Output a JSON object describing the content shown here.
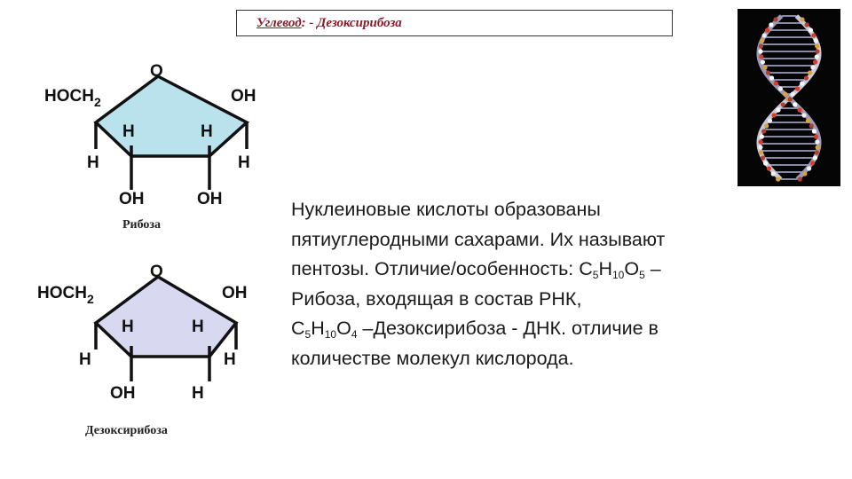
{
  "header": {
    "label": "Углевод",
    "rest": ": - Дезоксирибоза"
  },
  "ribose": {
    "caption": "Рибоза",
    "top_o": "O",
    "left_group": "HOCH",
    "left_sub": "2",
    "right_oh": "OH",
    "inner_h_left": "H",
    "inner_h_right": "H",
    "outer_h_left": "H",
    "outer_h_right": "H",
    "bottom_left": "OH",
    "bottom_right": "OH",
    "fill": "#b9e2ec"
  },
  "deoxyribose": {
    "caption": "Дезоксирибоза",
    "top_o": "O",
    "left_group": "HOCH",
    "left_sub": "2",
    "right_oh": "OH",
    "inner_h_left": "H",
    "inner_h_right": "H",
    "outer_h_left": "H",
    "outer_h_right": "H",
    "bottom_left": "OH",
    "bottom_right": "H",
    "fill": "#d8d8f0"
  },
  "paragraph": {
    "line1": "Нуклеиновые кислоты образованы",
    "line2": "пятиуглеродными сахарами. Их называют",
    "line3_pre": "пентозы. Отличие/особенность: С",
    "f1_c": "5",
    "f1_h_letter": "Н",
    "f1_h": "10",
    "f1_o_letter": "О",
    "f1_o": "5",
    "line3_post": " –",
    "line4": "Рибоза, входящая в состав РНК,",
    "f2_c_letter": "С",
    "f2_c": "5",
    "f2_h_letter": "Н",
    "f2_h": "10",
    "f2_o_letter": "О",
    "f2_o": "4",
    "line5_post": " –Дезоксирибоза - ДНК. отличие в",
    "line6": "количестве молекул кислорода."
  },
  "image": {
    "icon": "dna-helix-image"
  }
}
